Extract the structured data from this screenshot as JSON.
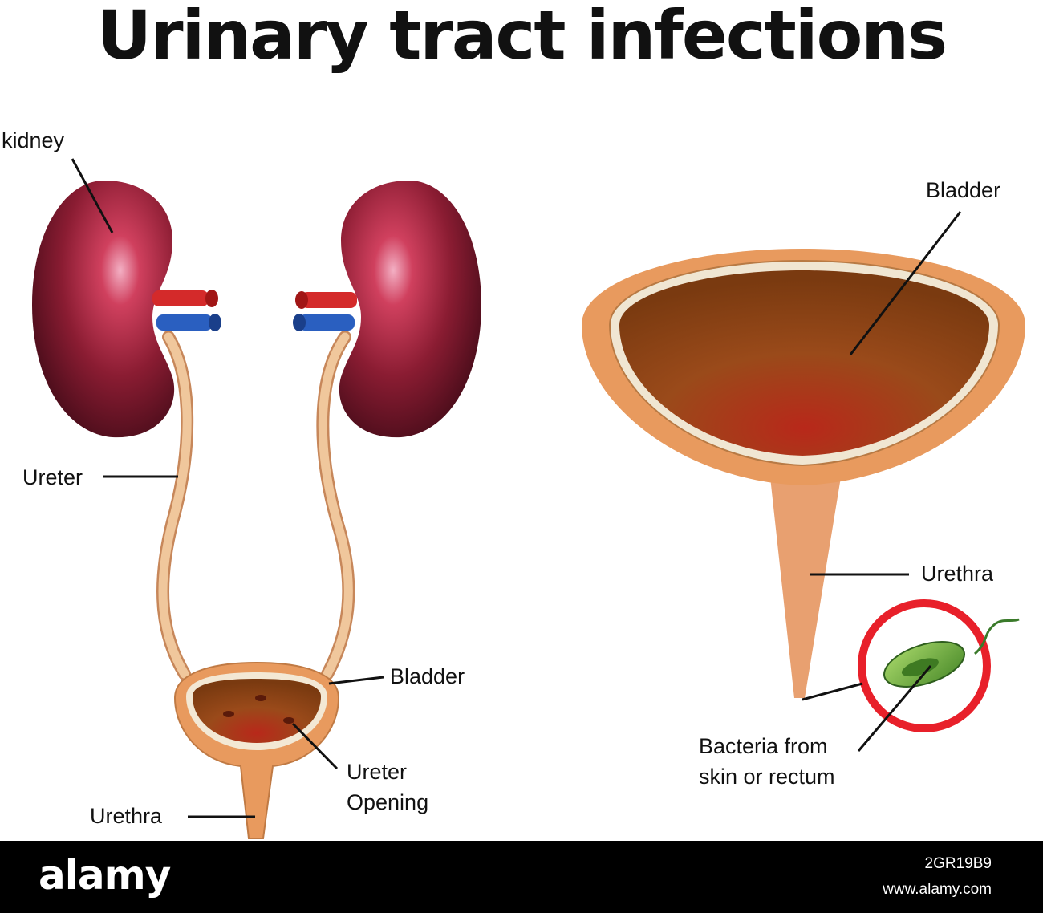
{
  "title": "Urinary tract infections",
  "left_diagram": {
    "kidney_label": "kidney",
    "ureter_label": "Ureter",
    "bladder_label": "Bladder",
    "ureter_opening_label_line1": "Ureter",
    "ureter_opening_label_line2": "Opening",
    "urethra_label": "Urethra"
  },
  "right_diagram": {
    "bladder_label": "Bladder",
    "urethra_label": "Urethra",
    "bacteria_label_line1": "Bacteria from",
    "bacteria_label_line2": "skin or rectum"
  },
  "footer": {
    "brand": "alamy",
    "image_id": "2GR19B9",
    "site": "www.alamy.com"
  },
  "colors": {
    "kidney": "#7a1828",
    "kidney_highlight": "#e86f8e",
    "artery": "#d42a2a",
    "vein": "#2a5fc0",
    "ureter": "#e8b88a",
    "bladder_wall": "#e89a5e",
    "bladder_inner": "#8a3a10",
    "bacteria_ring": "#e8202a",
    "bacteria": "#6aaa3a"
  }
}
